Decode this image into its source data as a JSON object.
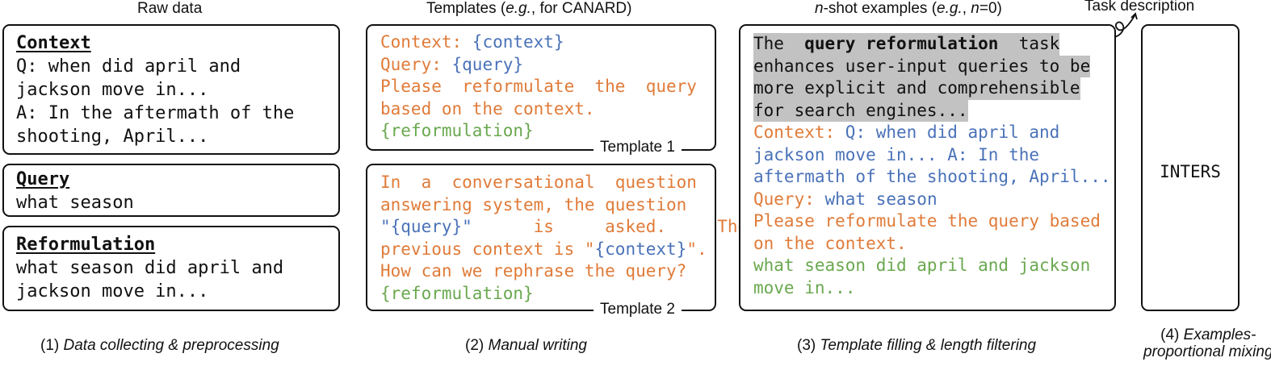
{
  "headers": {
    "raw": "Raw data",
    "templates_a": "Templates (",
    "templates_eg": "e.g.",
    "templates_b": ", for CANARD)",
    "nshot_n": "n",
    "nshot_a": "-shot examples (",
    "nshot_eg": "e.g.",
    "nshot_b": ", ",
    "nshot_n2": "n",
    "nshot_c": "=0)",
    "task_description": "Task description"
  },
  "raw": {
    "context_title": "Context",
    "context_lines": [
      "Q: when did april and",
      "jackson move in...",
      "A: In the aftermath of the",
      "shooting, April..."
    ],
    "query_title": "Query",
    "query_lines": [
      "what season"
    ],
    "reformulation_title": "Reformulation",
    "reformulation_lines": [
      "what season did april and",
      "jackson move in..."
    ]
  },
  "template1": {
    "context_key": "Context: ",
    "context_slot": "{context}",
    "query_key": "Query: ",
    "query_slot": "{query}",
    "instruction_1": "Please  reformulate  the  query",
    "instruction_2": "based on the context.",
    "output_slot": "{reformulation}",
    "label": "Template 1"
  },
  "template2": {
    "line1": "In  a  conversational  question",
    "line2": "answering system, the question",
    "line3_slot": "\"{query}\"",
    "line3_rest": "      is     asked.     The",
    "line4_a": "previous context is \"",
    "line4_slot": "{context}",
    "line4_b": "\".",
    "line5": "How can we rephrase the query?",
    "output_slot": "{reformulation}",
    "label": "Template 2"
  },
  "example": {
    "task_1a": "The  ",
    "task_1b": "query reformulation",
    "task_1c": "  task",
    "task_2": "enhances user-input queries to be",
    "task_3": "more explicit and comprehensible",
    "task_4": "for search engines...",
    "context_key": "Context: ",
    "context_1": "Q: when did april and",
    "context_2": "jackson move in... A: In the",
    "context_3": "aftermath of the shooting, April...",
    "query_key": "Query: ",
    "query_val": "what season",
    "instr_1": "Please reformulate the query based",
    "instr_2": "on the context.",
    "answer_1": "what season did april and jackson",
    "answer_2": "move in..."
  },
  "inters": "INTERS",
  "captions": {
    "c1_num": "(1) ",
    "c1": "Data collecting & preprocessing",
    "c2_num": "(2) ",
    "c2": "Manual writing",
    "c3_num": "(3) ",
    "c3": "Template filling & length filtering",
    "c4_num": "(4) ",
    "c4_a": "Examples-",
    "c4_b": "proportional mixing"
  }
}
